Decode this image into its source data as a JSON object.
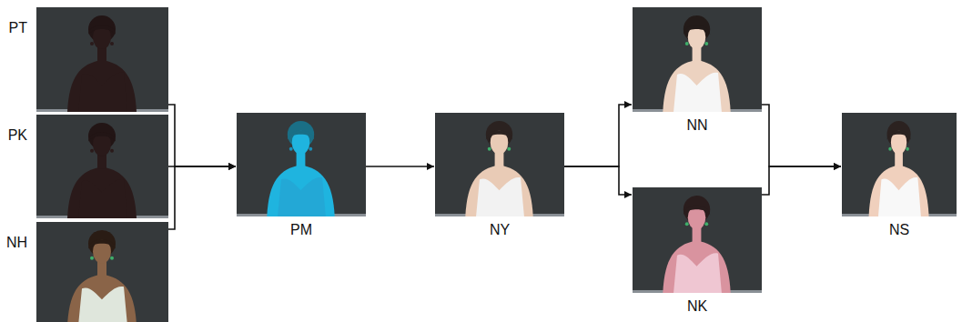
{
  "diagram": {
    "nodes": [
      {
        "text": [
          "PT"
        ]
      },
      {
        "text": [
          "PK"
        ]
      },
      {
        "text": [
          "NH"
        ]
      },
      {
        "text": [
          "PM"
        ]
      },
      {
        "text": [
          "NY"
        ]
      },
      {
        "text": [
          "NN"
        ]
      },
      {
        "text": [
          "NK"
        ]
      },
      {
        "text": [
          "NS"
        ]
      }
    ],
    "edges": [
      {
        "from": 0,
        "to": 3,
        "arrow": "to"
      },
      {
        "from": 1,
        "to": 3,
        "arrow": "to"
      },
      {
        "from": 2,
        "to": 3,
        "arrow": "to"
      },
      {
        "from": 3,
        "to": 4,
        "arrow": "to"
      },
      {
        "from": 4,
        "to": 5,
        "arrow": "to"
      },
      {
        "from": 4,
        "to": 6,
        "arrow": "to"
      },
      {
        "from": 5,
        "to": 7,
        "arrow": "to"
      },
      {
        "from": 6,
        "to": 7,
        "arrow": "to"
      }
    ]
  }
}
